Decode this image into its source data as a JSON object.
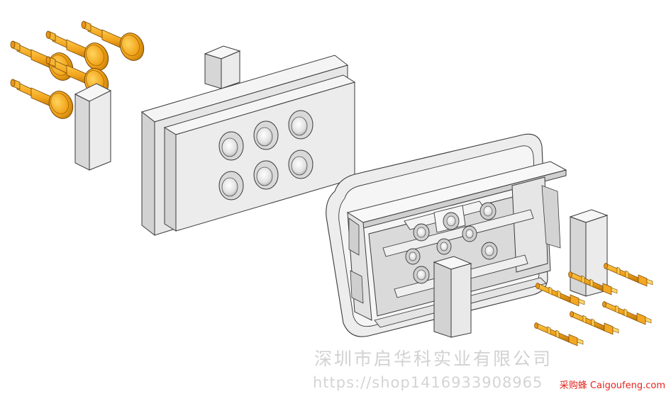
{
  "watermarks": {
    "company": "深圳市启华科实业有限公司",
    "url": "https://shop1416933908965",
    "site_name": "采购蜂",
    "site_domain": "Caigoufeng.com"
  },
  "colors": {
    "background": "#ffffff",
    "housing_face": "#ececec",
    "housing_shade": "#d4d4d4",
    "edge": "#3a3a3a",
    "pin_gold": "#f2a51c",
    "pin_shadow": "#c57d07",
    "watermark_text": "#d2d2d2",
    "site_red": "#e4231c"
  },
  "scene": {
    "description_icon": "connector-exploded-view",
    "pin_count_left": 5,
    "pin_count_right": 6,
    "socket_holes": 6
  }
}
